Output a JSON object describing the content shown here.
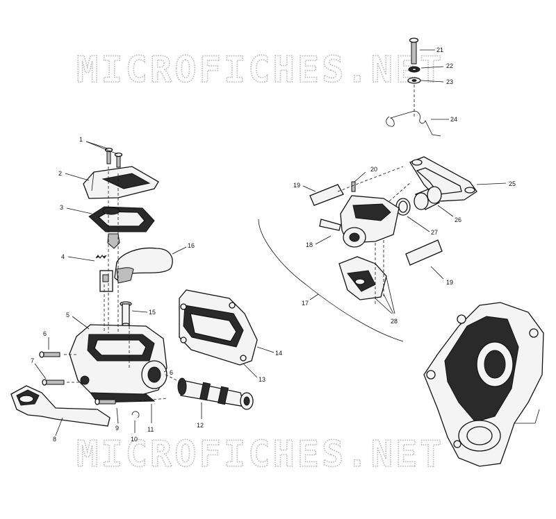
{
  "watermarks": [
    "MICROFICHES.NET",
    "MICROFICHES.NET"
  ],
  "callouts": [
    "1",
    "2",
    "3",
    "4",
    "5",
    "6",
    "6",
    "7",
    "8",
    "9",
    "10",
    "11",
    "12",
    "13",
    "14",
    "15",
    "16",
    "17",
    "18",
    "19",
    "19",
    "20",
    "21",
    "22",
    "23",
    "24",
    "25",
    "26",
    "27",
    "28"
  ]
}
